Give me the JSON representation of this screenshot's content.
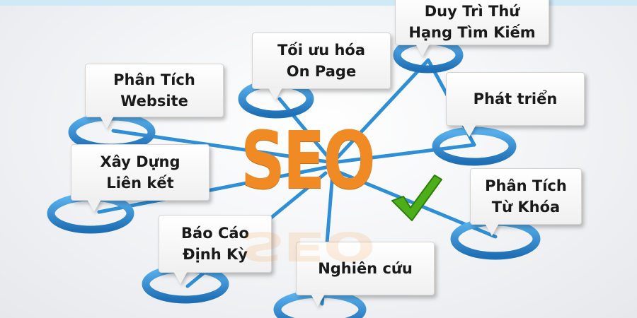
{
  "center": {
    "text": "SEO",
    "accent_color": "#f08a24",
    "check_color": "#4caf1a",
    "ring_color": "#2f8fd6"
  },
  "topics": [
    {
      "id": "duy-tri-thu-hang",
      "label": "Duy Trì Thứ\nHạng Tìm Kiếm"
    },
    {
      "id": "toi-uu-hoa-on-page",
      "label": "Tối ưu hóa\nOn Page"
    },
    {
      "id": "phan-tich-website",
      "label": "Phân Tích\nWebsite"
    },
    {
      "id": "phat-trien",
      "label": "Phát triển"
    },
    {
      "id": "xay-dung-lien-ket",
      "label": "Xây Dựng\nLiên kết"
    },
    {
      "id": "phan-tich-tu-khoa",
      "label": "Phân Tích\nTừ Khóa"
    },
    {
      "id": "bao-cao-dinh-ky",
      "label": "Báo Cáo\nĐịnh Kỳ"
    },
    {
      "id": "nghien-cuu",
      "label": "Nghiên cứu"
    }
  ]
}
